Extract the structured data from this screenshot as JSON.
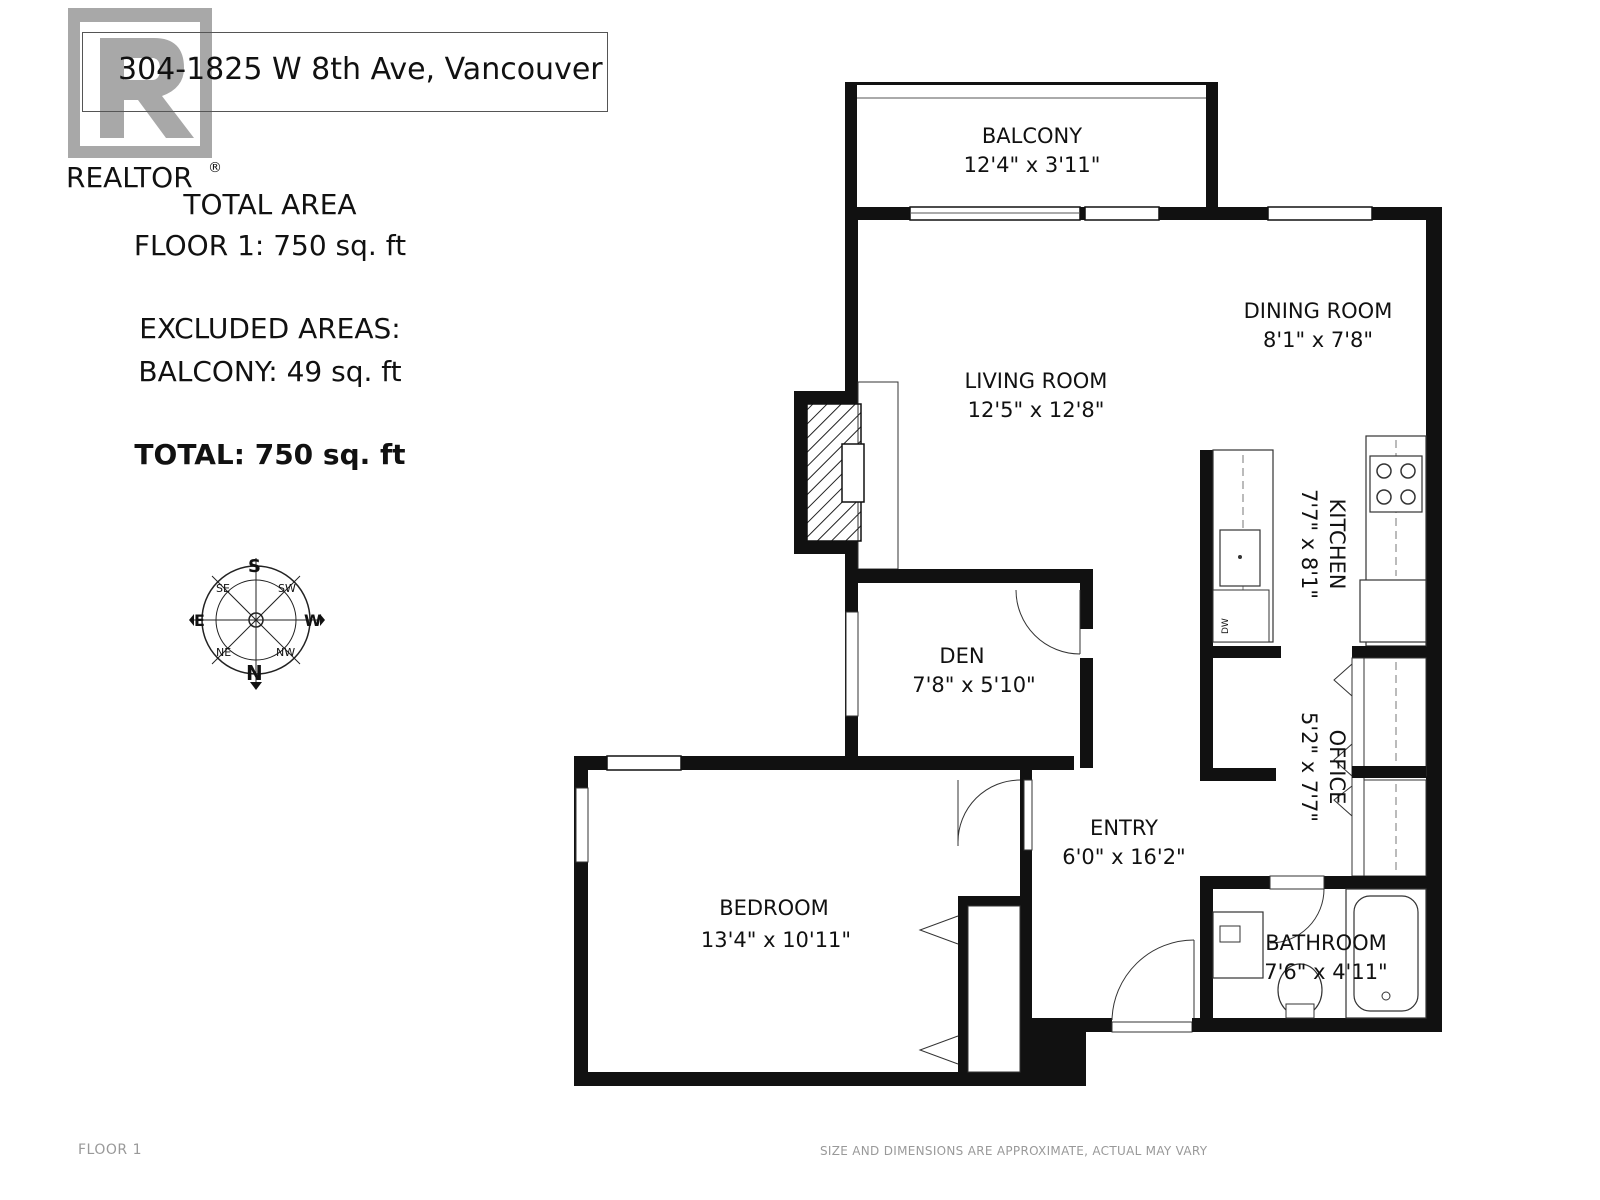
{
  "title": "304-1825 W 8th Ave, Vancouver",
  "brand": {
    "text": "REALTOR",
    "mark": "®",
    "color": "#9a9a9a"
  },
  "summary": {
    "total_area_heading": "TOTAL AREA",
    "floor_area": "FLOOR 1: 750 sq. ft",
    "excluded_heading": "EXCLUDED AREAS:",
    "excluded_balcony": "BALCONY: 49 sq. ft",
    "total": "TOTAL: 750 sq. ft"
  },
  "compass": {
    "n": "N",
    "s": "S",
    "e": "E",
    "w": "W",
    "ne": "NE",
    "nw": "NW",
    "se": "SE",
    "sw": "SW"
  },
  "rooms": {
    "balcony": {
      "name": "BALCONY",
      "dims": "12'4\" x 3'11\""
    },
    "living": {
      "name": "LIVING ROOM",
      "dims": "12'5\" x 12'8\""
    },
    "dining": {
      "name": "DINING ROOM",
      "dims": "8'1\" x 7'8\""
    },
    "kitchen": {
      "name": "KITCHEN",
      "dims": "7'7\" x 8'1\""
    },
    "den": {
      "name": "DEN",
      "dims": "7'8\" x 5'10\""
    },
    "office": {
      "name": "OFFICE",
      "dims": "5'2\" x 7'7\""
    },
    "entry": {
      "name": "ENTRY",
      "dims": "6'0\" x 16'2\""
    },
    "bedroom": {
      "name": "BEDROOM",
      "dims": "13'4\" x 10'11\""
    },
    "bathroom": {
      "name": "BATHROOM",
      "dims": "7'6\" x 4'11\""
    }
  },
  "appliance_labels": {
    "dishwasher": "DW"
  },
  "footer": {
    "floor": "FLOOR 1",
    "disclaimer": "SIZE AND DIMENSIONS ARE APPROXIMATE, ACTUAL MAY VARY"
  }
}
